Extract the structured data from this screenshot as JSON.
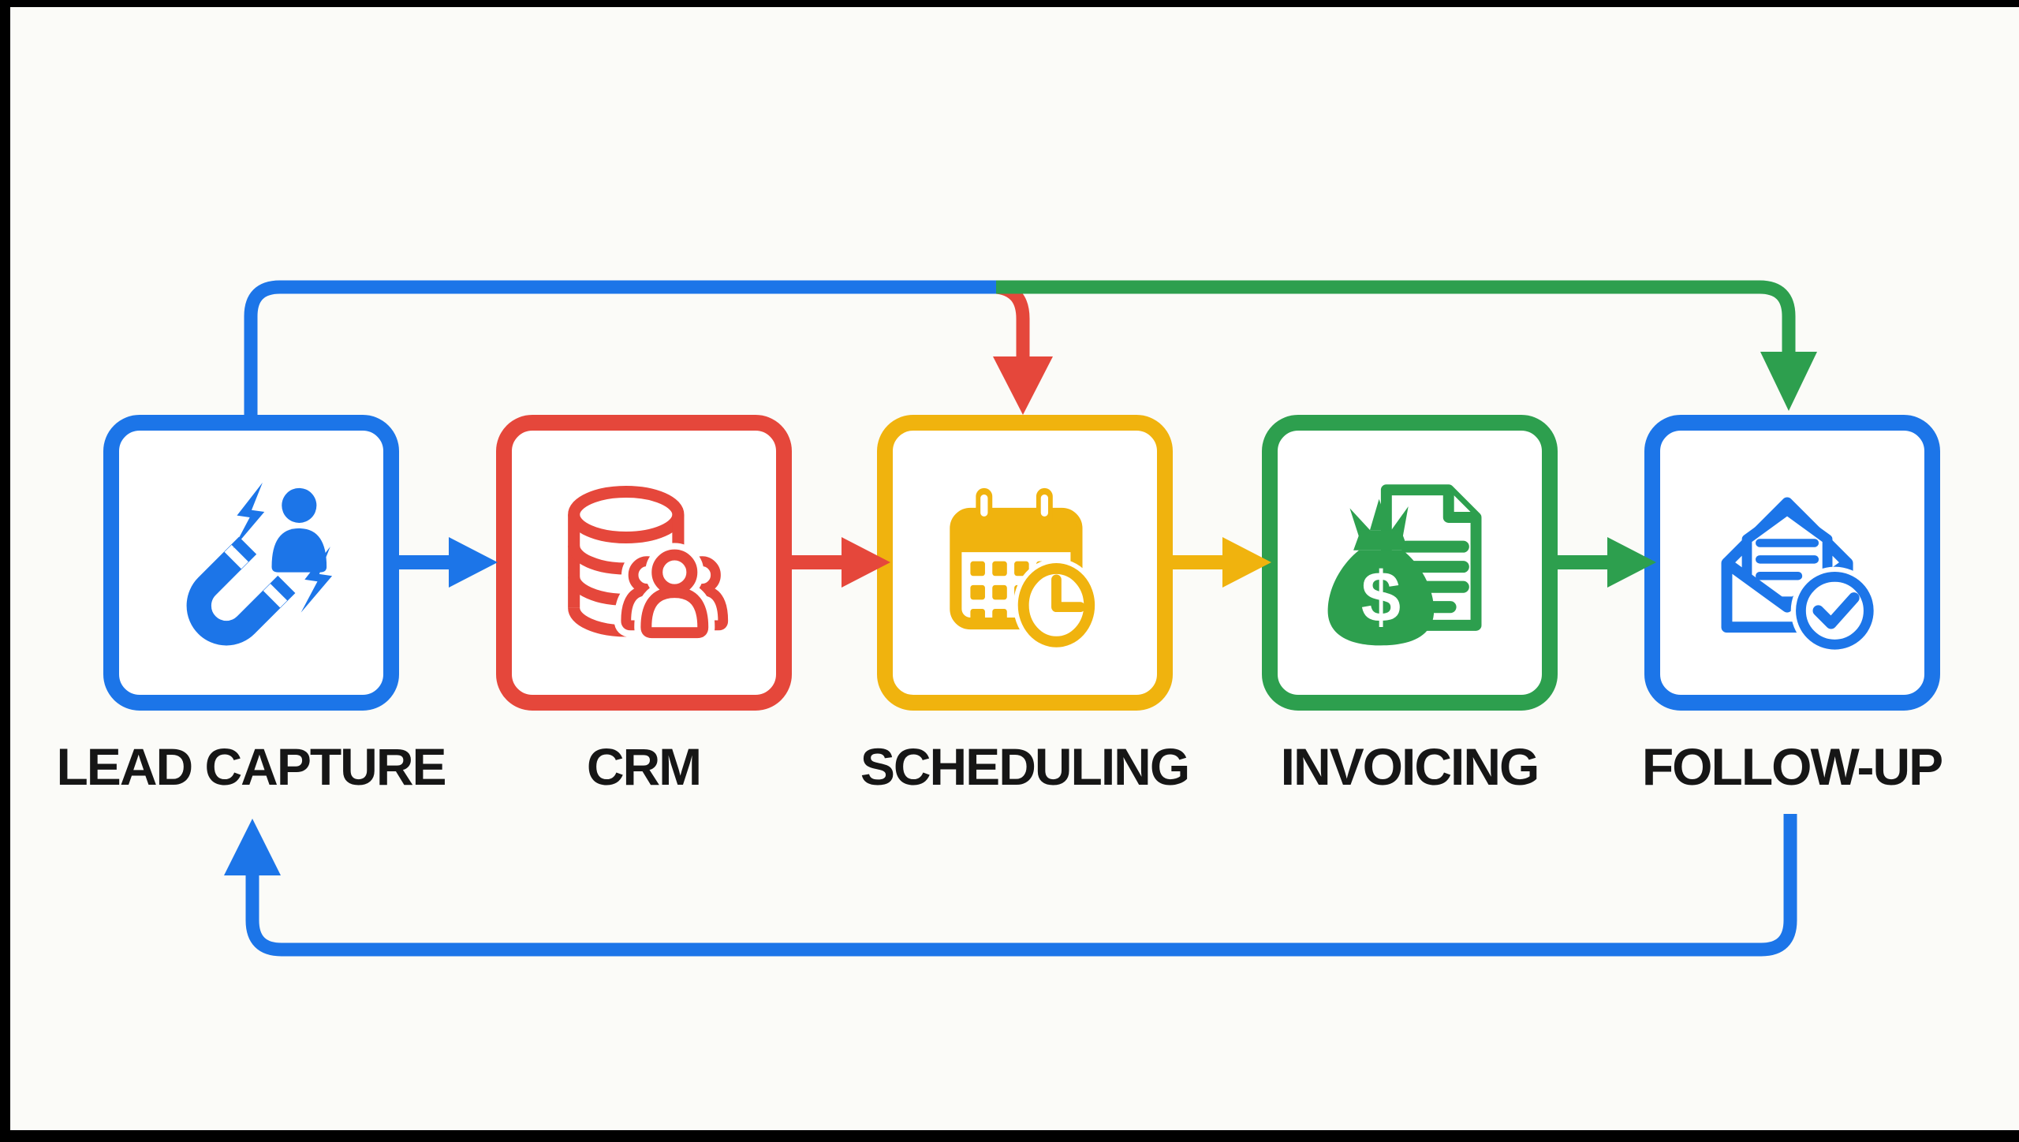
{
  "palette": {
    "blue": "#1C75E8",
    "red": "#E5473B",
    "gold": "#F0B30E",
    "green": "#2D9F4E",
    "ink": "#161616",
    "bg": "#FBFBF8",
    "frame": "#000000"
  },
  "diagram": {
    "steps": [
      {
        "label": "LEAD CAPTURE",
        "color": "#1C75E8",
        "color_name": "blue",
        "icon": "magnet-attracting-lead-icon"
      },
      {
        "label": "CRM",
        "color": "#E5473B",
        "color_name": "red",
        "icon": "database-contacts-icon"
      },
      {
        "label": "SCHEDULING",
        "color": "#F0B30E",
        "color_name": "gold",
        "icon": "calendar-clock-icon"
      },
      {
        "label": "INVOICING",
        "color": "#2D9F4E",
        "color_name": "green",
        "icon": "money-bag-invoice-icon",
        "icon_text": "$"
      },
      {
        "label": "FOLLOW-UP",
        "color": "#1C75E8",
        "color_name": "blue",
        "icon": "email-sent-check-icon"
      }
    ],
    "forward_arrows": [
      {
        "from": "LEAD CAPTURE",
        "to": "CRM",
        "color": "#1C75E8"
      },
      {
        "from": "CRM",
        "to": "SCHEDULING",
        "color": "#E5473B"
      },
      {
        "from": "SCHEDULING",
        "to": "INVOICING",
        "color": "#F0B30E"
      },
      {
        "from": "INVOICING",
        "to": "FOLLOW-UP",
        "color": "#2D9F4E"
      }
    ],
    "routed_connectors": [
      {
        "route": "top",
        "from": "LEAD CAPTURE",
        "to": "SCHEDULING",
        "colors": [
          "#1C75E8",
          "#E5473B"
        ],
        "arrow": "red arrow drops down into SCHEDULING"
      },
      {
        "route": "top",
        "from": "LEAD CAPTURE",
        "to": "FOLLOW-UP",
        "colors": [
          "#2D9F4E"
        ],
        "arrow": "green arrow drops down into FOLLOW-UP"
      },
      {
        "route": "bottom",
        "from": "FOLLOW-UP",
        "to": "LEAD CAPTURE",
        "colors": [
          "#1C75E8"
        ],
        "arrow": "blue feedback loop arrow points up into LEAD CAPTURE"
      }
    ]
  }
}
